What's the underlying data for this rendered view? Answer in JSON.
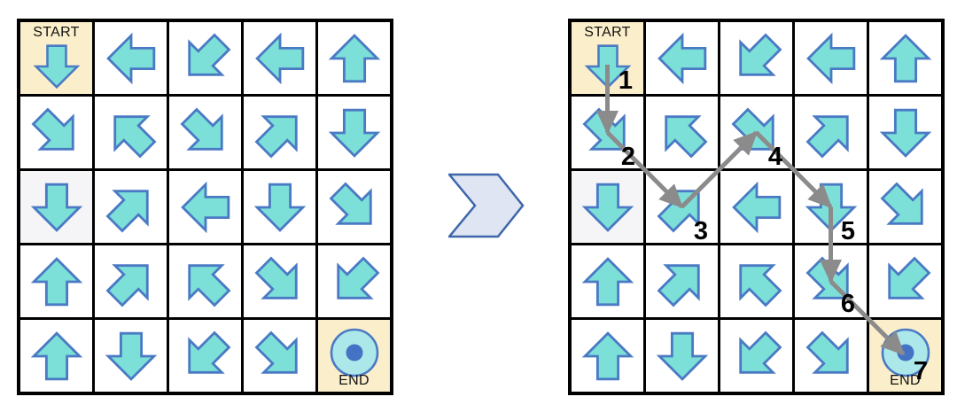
{
  "figure": {
    "description_role": "arrow-maze task and its solved path",
    "start_label": "START",
    "end_label": "END"
  },
  "grid": {
    "rows": 5,
    "cols": 5,
    "cells": [
      [
        "down",
        "left",
        "down-left",
        "left",
        "up"
      ],
      [
        "down-right",
        "up-left",
        "down-right",
        "up-right",
        "down"
      ],
      [
        "down",
        "up-right",
        "left",
        "down",
        "down-right"
      ],
      [
        "up",
        "up-right",
        "up-left",
        "down-right",
        "down-left"
      ],
      [
        "up",
        "down",
        "down-left",
        "down-right",
        "target"
      ]
    ],
    "start_cell": [
      0,
      0
    ],
    "end_cell": [
      4,
      4
    ],
    "muted_cell": [
      2,
      0
    ]
  },
  "path": {
    "visited_cells": [
      [
        0,
        0
      ],
      [
        1,
        0
      ],
      [
        2,
        1
      ],
      [
        1,
        2
      ],
      [
        2,
        3
      ],
      [
        3,
        3
      ],
      [
        4,
        4
      ]
    ],
    "step_labels": [
      "1",
      "2",
      "3",
      "4",
      "5",
      "6",
      "7"
    ]
  },
  "icons": {
    "between_grids": "chevron-right-icon",
    "end_cell": "target-bullseye-icon"
  },
  "colors": {
    "arrow_fill": "#7de0d8",
    "arrow_stroke": "#4a7ac4",
    "path_gray": "#8b8b8b",
    "start_end_bg": "#fbeecb",
    "muted_cell_bg": "#f5f5f7",
    "grid_line": "#000000",
    "number_color": "#000000",
    "target_fill": "#ace7e9",
    "target_dot": "#4472c4",
    "chevron_fill": "#dfe5f3",
    "chevron_stroke": "#3f66ab"
  }
}
